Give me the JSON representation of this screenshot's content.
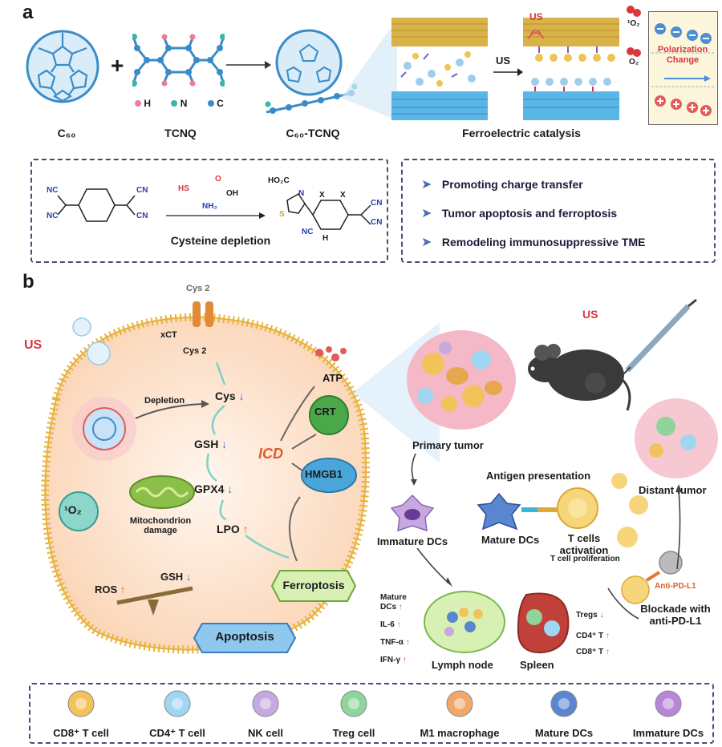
{
  "panel_a": {
    "letter": "a",
    "c60_label": "C₆₀",
    "tcnq_label": "TCNQ",
    "complex_label": "C₆₀-TCNQ",
    "catalysis_label": "Ferroelectric catalysis",
    "atom_legend": {
      "h": "H",
      "n": "N",
      "c": "C"
    },
    "plus": "+",
    "us_label_1": "US",
    "us_label_2": "US",
    "singlet_oxygen": "¹O₂",
    "oxygen": "O₂",
    "polarization": "Polarization",
    "change": "Change",
    "cysteine": {
      "title": "Cysteine depletion",
      "hs": "HS",
      "nh2": "NH₂",
      "oh": "OH",
      "o": "O",
      "ho2c": "HO₂C",
      "x1": "X",
      "x2": "X",
      "n": "N",
      "s": "S",
      "nc": "NC",
      "cn": "CN",
      "h": "H"
    },
    "benefits": [
      "Promoting charge transfer",
      "Tumor apoptosis and ferroptosis",
      "Remodeling immunosuppressive TME"
    ]
  },
  "panel_b": {
    "letter": "b",
    "us_left": "US",
    "us_mouse": "US",
    "cys2_top": "Cys 2",
    "xct": "xCT",
    "cys2_inner": "Cys 2",
    "depletion": "Depletion",
    "cys": "Cys",
    "gsh": "GSH",
    "gpx4": "GPX4",
    "lpo": "LPO",
    "mito": "Mitochondrion damage",
    "singlet_o2": "¹O₂",
    "ros": "ROS",
    "gsh2": "GSH",
    "apoptosis": "Apoptosis",
    "ferroptosis": "Ferroptosis",
    "icd": "ICD",
    "atp": "ATP",
    "crt": "CRT",
    "hmgb1": "HMGB1",
    "primary_tumor": "Primary tumor",
    "distant_tumor": "Distant tumor",
    "antigen_presentation": "Antigen presentation",
    "immature_dcs": "Immature DCs",
    "mature_dcs": "Mature DCs",
    "t_activation": "T cells activation",
    "t_proliferation": "T cell proliferation",
    "anti_pdl1": "Anti-PD-L1",
    "blockade": "Blockade with anti-PD-L1",
    "lymph_node": "Lymph node",
    "spleen": "Spleen",
    "ln_markers": [
      "Mature DCs",
      "IL-6",
      "TNF-α",
      "IFN-γ"
    ],
    "spleen_markers": [
      "Tregs",
      "CD4⁺ T",
      "CD8⁺ T"
    ]
  },
  "legend": [
    {
      "name": "CD8⁺ T cell",
      "color": "#f2c35a"
    },
    {
      "name": "CD4⁺ T cell",
      "color": "#9fd6f2"
    },
    {
      "name": "NK cell",
      "color": "#c8a8e0"
    },
    {
      "name": "Treg cell",
      "color": "#8fd49a"
    },
    {
      "name": "M1 macrophage",
      "color": "#f0a86a"
    },
    {
      "name": "Mature DCs",
      "color": "#5a86d0"
    },
    {
      "name": "Immature DCs",
      "color": "#b886d8"
    }
  ],
  "colors": {
    "accent_red": "#d9363e",
    "arrow_blue": "#4a6fb8",
    "teal": "#3aa7a7",
    "cell_fill": "#fde7d4",
    "membrane": "#e7b23a"
  }
}
